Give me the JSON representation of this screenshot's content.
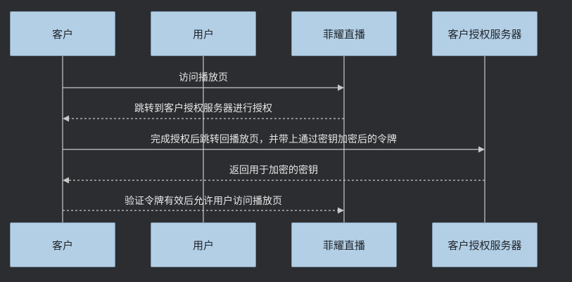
{
  "background_color": "#2b2d30",
  "actor_color": "#b3cfe6",
  "line_color": "#c8c8c8",
  "actors": [
    {
      "id": "customer",
      "label": "客户"
    },
    {
      "id": "user",
      "label": "用户"
    },
    {
      "id": "feiyao",
      "label": "菲耀直播"
    },
    {
      "id": "auth",
      "label": "客户授权服务器"
    }
  ],
  "messages": [
    {
      "from": "customer",
      "to": "feiyao",
      "label": "访问播放页",
      "style": "solid"
    },
    {
      "from": "feiyao",
      "to": "customer",
      "label": "跳转到客户授权服务器进行授权",
      "style": "dashed"
    },
    {
      "from": "customer",
      "to": "auth",
      "label": "完成授权后跳转回播放页，并带上通过密钥加密后的令牌",
      "style": "solid"
    },
    {
      "from": "auth",
      "to": "customer",
      "label": "返回用于加密的密钥",
      "style": "dashed"
    },
    {
      "from": "customer",
      "to": "feiyao",
      "label": "验证令牌有效后允许用户访问播放页",
      "style": "dashed"
    }
  ]
}
